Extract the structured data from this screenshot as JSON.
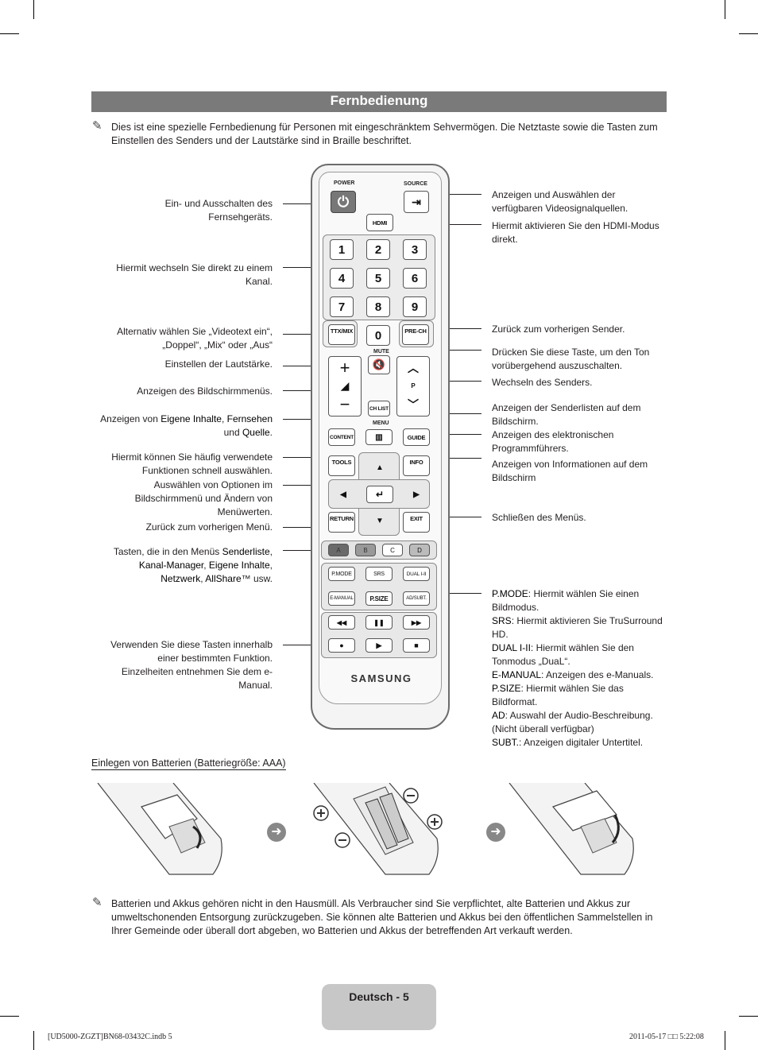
{
  "header": {
    "title": "Fernbedienung"
  },
  "intro_note": "Dies ist eine spezielle Fernbedienung für Personen mit eingeschränktem Sehvermögen. Die Netztaste sowie die Tasten zum Einstellen des Senders und der Lautstärke sind in Braille beschriftet.",
  "left_labels": {
    "power": "Ein- und Ausschalten des Fernsehgeräts.",
    "channel_direct": "Hiermit wechseln Sie direkt zu einem Kanal.",
    "ttx": "Alternativ wählen Sie „Videotext ein“, „Doppel“, „Mix“ oder „Aus“",
    "volume": "Einstellen der Lautstärke.",
    "menu": "Anzeigen des Bildschirmmenüs.",
    "content_pre": "Anzeigen von ",
    "content_b1": "Eigene Inhalte",
    "content_sep": ", ",
    "content_b2": "Fernsehen",
    "content_and": " und ",
    "content_b3": "Quelle",
    "content_end": ".",
    "tools": "Hiermit können Sie häufig verwendete Funktionen schnell auswählen.",
    "nav": "Auswählen von Optionen im Bildschirmmenü und Ändern von Menüwerten.",
    "return": "Zurück zum vorherigen Menü.",
    "color_pre": "Tasten, die in den Menüs ",
    "color_b1": "Senderliste",
    "color_b2": "Kanal-Manager",
    "color_b3": "Eigene Inhalte",
    "color_b4": "Netzwerk",
    "color_b5": "AllShare",
    "color_end": "™ usw.",
    "media": "Verwenden Sie diese Tasten innerhalb einer bestimmten Funktion. Einzelheiten entnehmen Sie dem e-Manual."
  },
  "right_labels": {
    "source": "Anzeigen und Auswählen der verfügbaren Videosignalquellen.",
    "hdmi": "Hiermit aktivieren Sie den HDMI-Modus direkt.",
    "prech": "Zurück zum vorherigen Sender.",
    "mute": "Drücken Sie diese Taste, um den Ton vorübergehend auszuschalten.",
    "channel": "Wechseln des Senders.",
    "chlist": "Anzeigen der Senderlisten auf dem Bildschirm.",
    "guide": "Anzeigen des elektronischen Programmführers.",
    "info": "Anzeigen von Informationen auf dem Bildschirm",
    "exit": "Schließen des Menüs.",
    "pmode_k": "P.MODE",
    "pmode_v": ": Hiermit wählen Sie einen Bildmodus.",
    "srs_k": "SRS",
    "srs_v": ": Hiermit aktivieren Sie TruSurround HD.",
    "dual_k": "DUAL I-II",
    "dual_v": ": Hiermit wählen Sie den Tonmodus „DuaL“.",
    "emanual_k": "E-MANUAL",
    "emanual_v": ": Anzeigen des e-Manuals.",
    "psize_k": "P.SIZE",
    "psize_v": ": Hiermit wählen Sie das Bildformat.",
    "ad_k": "AD",
    "ad_v": ": Auswahl der Audio-Beschreibung. (Nicht überall verfügbar)",
    "subt_k": "SUBT.",
    "subt_v": ": Anzeigen digitaler Untertitel."
  },
  "remote": {
    "power": "POWER",
    "source": "SOURCE",
    "hdmi": "HDMI",
    "digits": [
      "1",
      "2",
      "3",
      "4",
      "5",
      "6",
      "7",
      "8",
      "9"
    ],
    "zero": "0",
    "ttx": "TTX/MIX",
    "prech": "PRE-CH",
    "mute": "MUTE",
    "p": "P",
    "chlist": "CH LIST",
    "menu": "MENU",
    "content": "CONTENT",
    "guide": "GUIDE",
    "tools": "TOOLS",
    "info": "INFO",
    "return": "RETURN",
    "exit": "EXIT",
    "colors": [
      "A",
      "B",
      "C",
      "D"
    ],
    "row1": [
      "P.MODE",
      "SRS",
      "DUAL I-II"
    ],
    "row2": [
      "E-MANUAL",
      "P.SIZE",
      "AD/SUBT."
    ],
    "brand": "SAMSUNG"
  },
  "battery": {
    "heading": "Einlegen von Batterien (Batteriegröße: AAA)"
  },
  "battery_note": "Batterien und Akkus gehören nicht in den Hausmüll. Als Verbraucher sind Sie verpflichtet, alte Batterien und Akkus zur umweltschonenden Entsorgung zurückzugeben. Sie können alte Batterien und Akkus bei den öffentlichen Sammelstellen in Ihrer Gemeinde oder überall dort abgeben, wo Batterien und Akkus der betreffenden Art verkauft werden.",
  "page": "Deutsch - 5",
  "footer": {
    "left": "[UD5000-ZGZT]BN68-03432C.indb   5",
    "right": "2011-05-17   □□ 5:22:08"
  }
}
